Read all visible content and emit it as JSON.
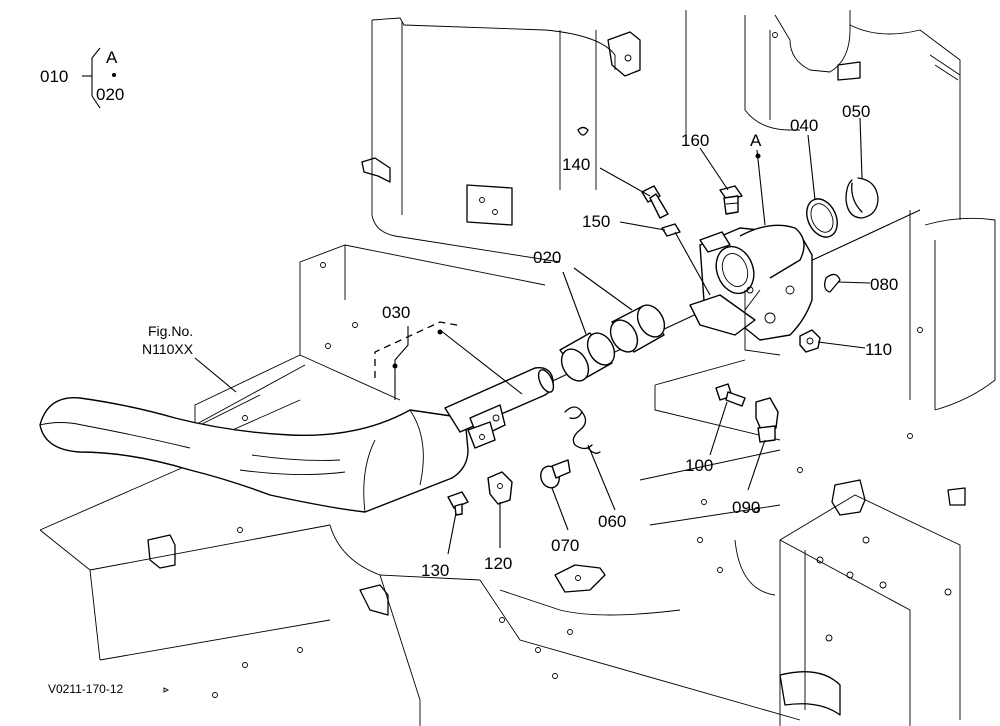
{
  "legend": {
    "left": "010",
    "top": "A",
    "bottom": "020"
  },
  "figure_ref": {
    "line1": "Fig.No.",
    "line2": "N110XX"
  },
  "drawing_code": "V0211-170-12",
  "callouts": {
    "p010": "010",
    "p020": "020",
    "p030": "030",
    "p040": "040",
    "p050": "050",
    "p060": "060",
    "p070": "070",
    "p080": "080",
    "p090": "090",
    "p100": "100",
    "p110": "110",
    "p120": "120",
    "p130": "130",
    "p140": "140",
    "p150": "150",
    "p160": "160",
    "pA": "A"
  }
}
